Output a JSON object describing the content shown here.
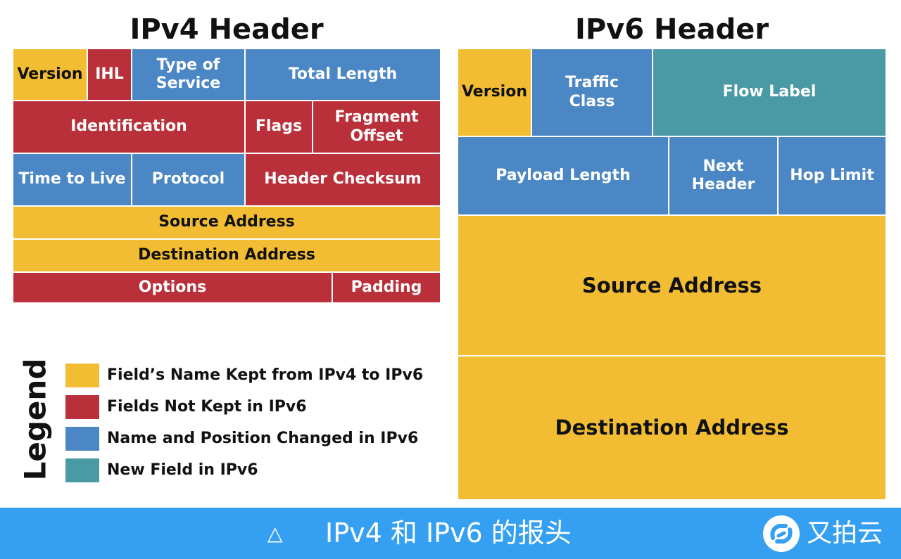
{
  "ipv4": {
    "title": "IPv4 Header",
    "fields": {
      "version": "Version",
      "ihl": "IHL",
      "tos": "Type of\nService",
      "total_length": "Total Length",
      "identification": "Identification",
      "flags": "Flags",
      "fragment_offset": "Fragment\nOffset",
      "ttl": "Time to Live",
      "protocol": "Protocol",
      "header_checksum": "Header Checksum",
      "source_address": "Source Address",
      "destination_address": "Destination Address",
      "options": "Options",
      "padding": "Padding"
    }
  },
  "ipv6": {
    "title": "IPv6 Header",
    "fields": {
      "version": "Version",
      "traffic_class": "Traffic\nClass",
      "flow_label": "Flow Label",
      "payload_length": "Payload Length",
      "next_header": "Next\nHeader",
      "hop_limit": "Hop Limit",
      "source_address": "Source Address",
      "destination_address": "Destination Address"
    }
  },
  "legend": {
    "title": "Legend",
    "items": [
      {
        "label": "Field’s Name Kept from IPv4 to IPv6",
        "color": "#f2bd33"
      },
      {
        "label": "Fields Not Kept in IPv6",
        "color": "#b9303a"
      },
      {
        "label": "Name and Position Changed in IPv6",
        "color": "#4b86c5"
      },
      {
        "label": "New Field in IPv6",
        "color": "#4a9aa6"
      }
    ]
  },
  "banner": {
    "triangle": "△",
    "caption": "IPv4 和 IPv6 的报头",
    "logo_text": "又拍云",
    "background": "#35a0f2"
  }
}
